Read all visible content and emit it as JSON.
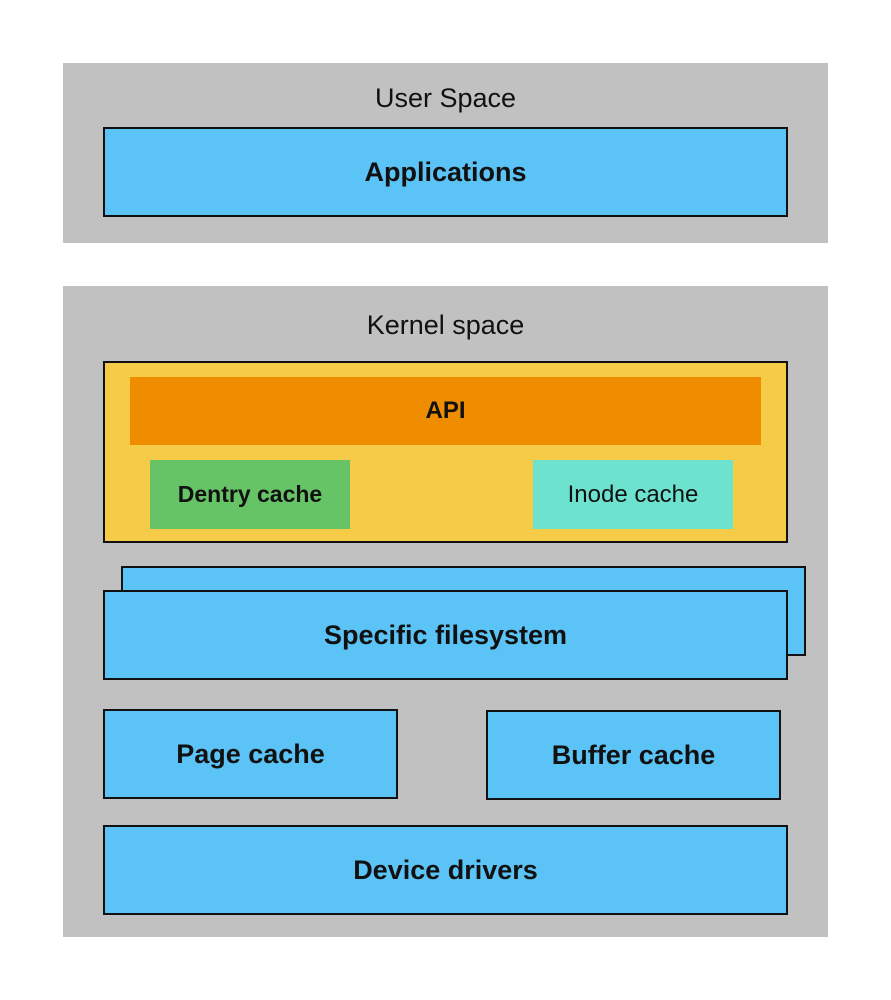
{
  "user_space": {
    "label": "User Space",
    "applications": "Applications"
  },
  "kernel_space": {
    "label": "Kernel space",
    "vfs": {
      "api": "API",
      "dentry_cache": "Dentry cache",
      "inode_cache": "Inode cache"
    },
    "specific_filesystem": "Specific filesystem",
    "page_cache": "Page cache",
    "buffer_cache": "Buffer cache",
    "device_drivers": "Device drivers"
  },
  "colors": {
    "region_gray": "#c1c1c1",
    "layer_blue": "#5bc3f6",
    "vfs_yellow": "#f6cb48",
    "api_orange": "#f08c00",
    "dentry_green": "#66c466",
    "inode_teal": "#6de3cf"
  }
}
